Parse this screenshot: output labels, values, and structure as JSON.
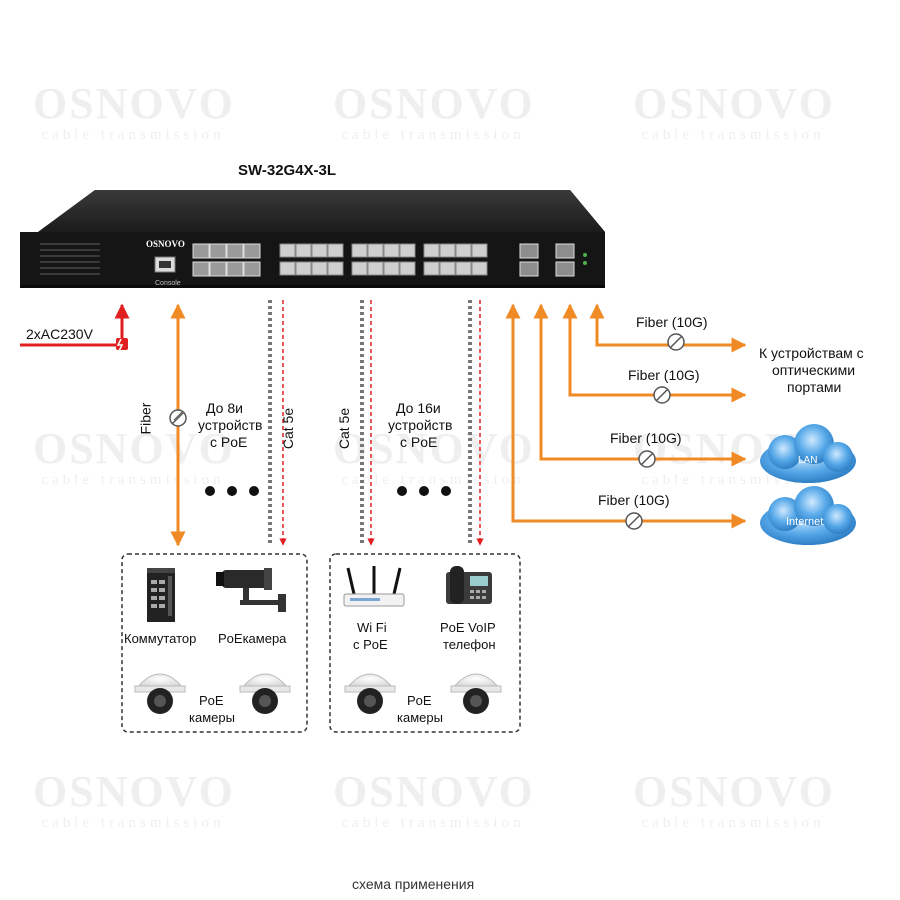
{
  "watermark": {
    "brand": "OSNOVO",
    "tagline": "cable transmission"
  },
  "diagram": {
    "title": "SW-32G4X-3L",
    "caption": "схема применения",
    "switch_brand": "OSNOVO",
    "console_label": "Console",
    "power": "2xAC230V",
    "links": {
      "fiber": "Fiber",
      "cat_left": "Cat 5e",
      "cat_right": "Cat 5e",
      "fiber_10g_1": "Fiber (10G)",
      "fiber_10g_2": "Fiber (10G)",
      "fiber_10g_3": "Fiber (10G)",
      "fiber_10g_4": "Fiber (10G)"
    },
    "poe_left": [
      "До  8и",
      "устройств",
      "с PoE"
    ],
    "poe_right": [
      "До 16и",
      "устройств",
      "с PoE"
    ],
    "optical_target": [
      "К устройствам с",
      "оптическими",
      "портами"
    ],
    "cloud_lan": "LAN",
    "cloud_internet": "Internet",
    "group_left": {
      "switch_label": "Коммутатор",
      "camera_label": "PoEкамера",
      "domes_label": [
        "PoE",
        "камеры"
      ]
    },
    "group_right": {
      "wifi_label": [
        "Wi Fi",
        "с PoE"
      ],
      "voip_label": [
        "PoE VoIP",
        "телефон"
      ],
      "domes_label": [
        "PoE",
        "камеры"
      ]
    }
  }
}
